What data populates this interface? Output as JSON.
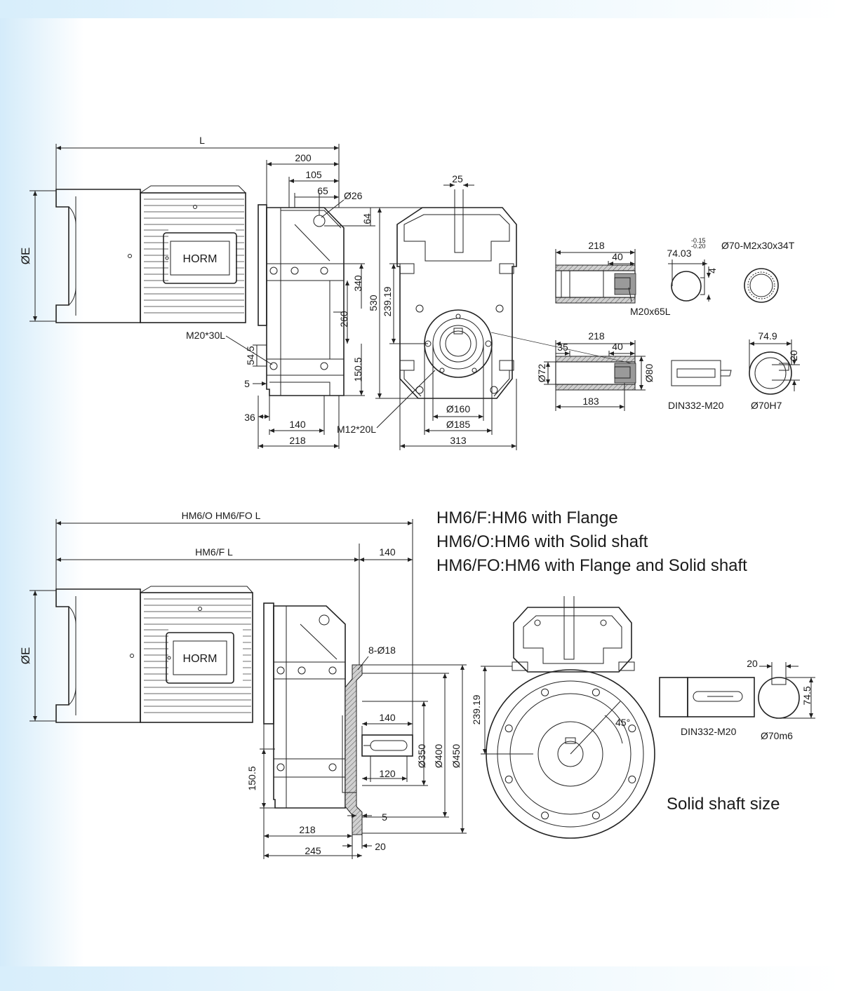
{
  "top_view": {
    "overall_length": "L",
    "motor_diameter": "ØE",
    "nameplate": "HORM",
    "dims": {
      "d200": "200",
      "d105": "105",
      "d65": "65",
      "d26": "Ø26",
      "d64": "64",
      "d340": "340",
      "d260": "260",
      "d54_5": "54.5",
      "d150_5": "150.5",
      "d5": "5",
      "d36": "36",
      "d140": "140",
      "d218": "218",
      "m20x30": "M20*30L",
      "m12x20": "M12*20L"
    },
    "front_view": {
      "d25": "25",
      "d530": "530",
      "d239_19": "239.19",
      "d160": "Ø160",
      "d185": "Ø185",
      "d313": "313"
    },
    "hollow_shaft": {
      "d218a": "218",
      "d40a": "40",
      "m20x65": "M20x65L",
      "d218b": "218",
      "d35": "35",
      "d40b": "40",
      "d72": "Ø72",
      "d80": "Ø80",
      "d183": "183"
    },
    "keyway": {
      "d74_03": "74.03",
      "tol_up": "-0.15",
      "tol_dn": "-0.20",
      "d4": "4",
      "spline": "Ø70-M2x30x34T",
      "d74_9": "74.9",
      "d20": "20",
      "din": "DIN332-M20",
      "h7": "Ø70H7"
    }
  },
  "bottom_view": {
    "len_o_fo": "HM6/O HM6/FO  L",
    "len_f": "HM6/F  L",
    "d140_top": "140",
    "motor_diameter": "ØE",
    "nameplate": "HORM",
    "holes": "8-Ø18",
    "d140_shaft": "140",
    "d120": "120",
    "d350": "Ø350",
    "d400": "Ø400",
    "d450": "Ø450",
    "d150_5": "150.5",
    "d5": "5",
    "d218": "218",
    "d245": "245",
    "d20": "20",
    "flange_view": {
      "d239_19": "239.19",
      "angle": "45°"
    },
    "solid_shaft": {
      "d20": "20",
      "d74_5": "74.5",
      "din": "DIN332-M20",
      "m6": "Ø70m6",
      "caption": "Solid shaft size"
    }
  },
  "legend": [
    "HM6/F:HM6 with Flange",
    "HM6/O:HM6 with Solid shaft",
    "HM6/FO:HM6 with Flange and Solid shaft"
  ],
  "colors": {
    "band": "#e2f2fc",
    "line": "#222222",
    "hatch": "#888888"
  }
}
